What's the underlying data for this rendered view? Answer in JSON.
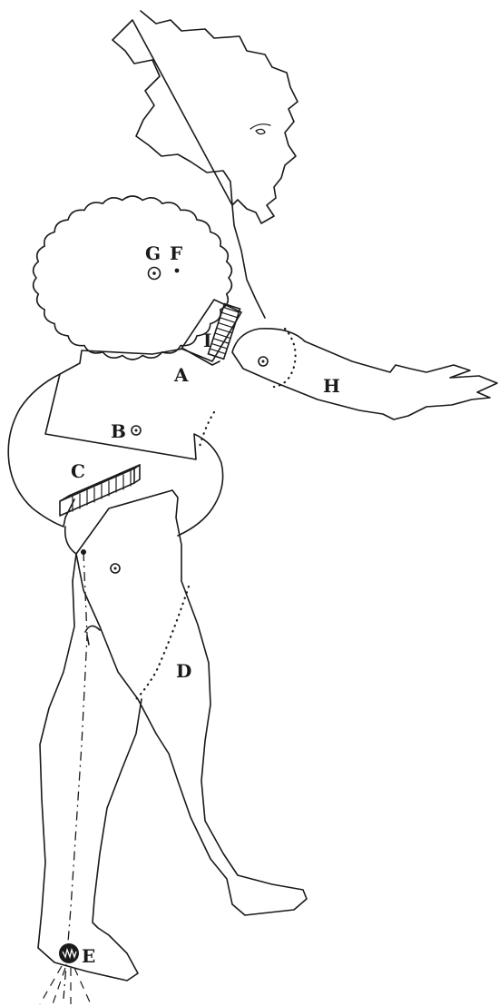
{
  "labels": {
    "a": "A",
    "b": "B",
    "c": "C",
    "d": "D",
    "e": "E",
    "f": "F",
    "g": "G",
    "h": "H",
    "i": "I"
  }
}
